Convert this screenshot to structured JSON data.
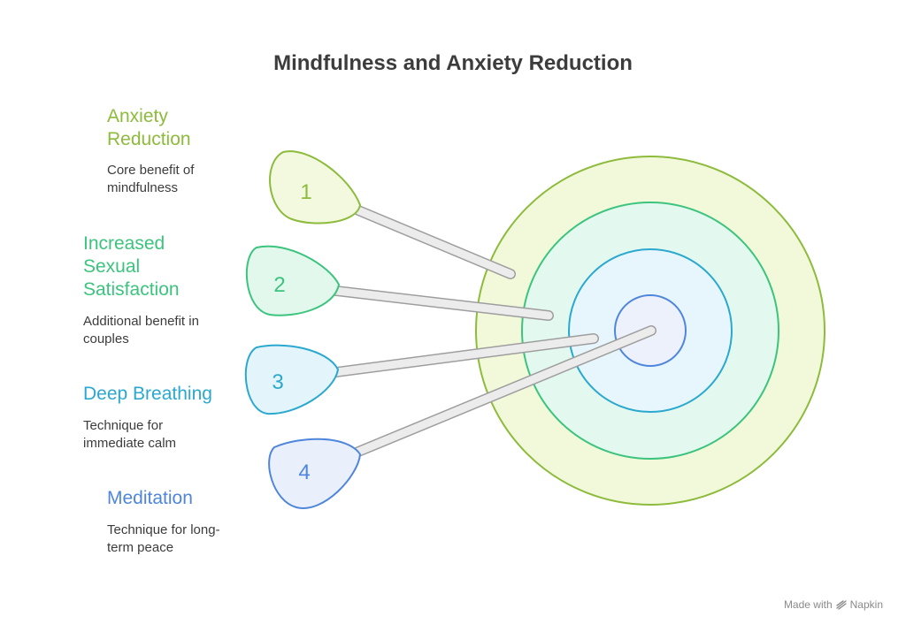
{
  "title": "Mindfulness and Anxiety Reduction",
  "items": [
    {
      "number": "1",
      "heading": "Anxiety\nReduction",
      "description": "Core benefit of\nmindfulness",
      "color": "#8dbb3c",
      "fill": "#f3f9df"
    },
    {
      "number": "2",
      "heading": "Increased\nSexual\nSatisfaction",
      "description": "Additional benefit in\ncouples",
      "color": "#3cc47e",
      "fill": "#e3f8ec"
    },
    {
      "number": "3",
      "heading": "Deep Breathing",
      "description": "Technique for\nimmediate calm",
      "color": "#2ba8cf",
      "fill": "#e3f4fb"
    },
    {
      "number": "4",
      "heading": "Meditation",
      "description": "Technique for long-\nterm peace",
      "color": "#4f86db",
      "fill": "#e9f0fc"
    }
  ],
  "rings": [
    {
      "name": "outer",
      "stroke": "#8dbb3c",
      "fill": "#f2f9da"
    },
    {
      "name": "second",
      "stroke": "#3cc47e",
      "fill": "#e3f8ee"
    },
    {
      "name": "third",
      "stroke": "#2ba8cf",
      "fill": "#e6f6fc"
    },
    {
      "name": "center",
      "stroke": "#4f86db",
      "fill": "#edf1fc"
    }
  ],
  "footer": {
    "prefix": "Made with",
    "brand": "Napkin"
  }
}
